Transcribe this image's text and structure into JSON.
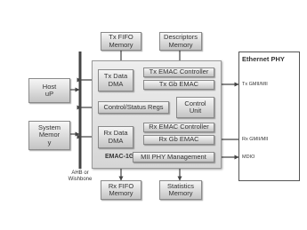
{
  "blocks": {
    "tx_fifo": [
      "Tx FIFO",
      "Memory"
    ],
    "descriptors": [
      "Descriptors",
      "Memory"
    ],
    "host": [
      "Host",
      "uP"
    ],
    "system_memory": [
      "System",
      "Memor",
      "y"
    ],
    "tx_dma": [
      "Tx Data",
      "DMA"
    ],
    "tx_emac_controller": "Tx EMAC Controller",
    "tx_gb_emac": "Tx Gb EMAC",
    "control_status": "Control/Status Regs",
    "control_unit": [
      "Control",
      "Unit"
    ],
    "rx_dma": [
      "Rx Data",
      "DMA"
    ],
    "rx_emac_controller": "Rx EMAC Controller",
    "rx_gb_emac": "Rx Gb EMAC",
    "mii_management": "MII PHY Management",
    "rx_fifo": [
      "Rx FIFO",
      "Memory"
    ],
    "statistics": [
      "Statistics",
      "Memory"
    ]
  },
  "labels": {
    "emac_core": "EMAC-1G",
    "bus": [
      "AHB or",
      "Wishbone"
    ],
    "ethernet_phy": "Ethernet PHY",
    "tx_interface": "Tx GMII/MII",
    "rx_interface": "Rx GMII/MII",
    "mdio": "MDIO"
  }
}
